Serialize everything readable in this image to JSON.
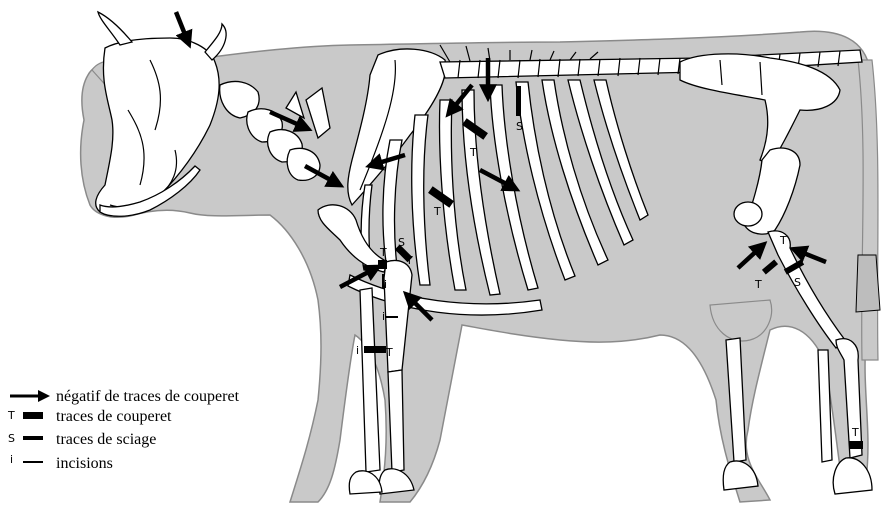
{
  "legend": [
    {
      "symbol": "arrow",
      "letter": "",
      "text": "négatif de traces de couperet"
    },
    {
      "symbol": "thick-bar",
      "letter": "T",
      "text": "traces de couperet"
    },
    {
      "symbol": "medium-bar",
      "letter": "S",
      "text": "traces de sciage"
    },
    {
      "symbol": "thin-line",
      "letter": "i",
      "text": "incisions"
    }
  ],
  "markers": {
    "T": "T",
    "S": "S",
    "i": "i"
  }
}
